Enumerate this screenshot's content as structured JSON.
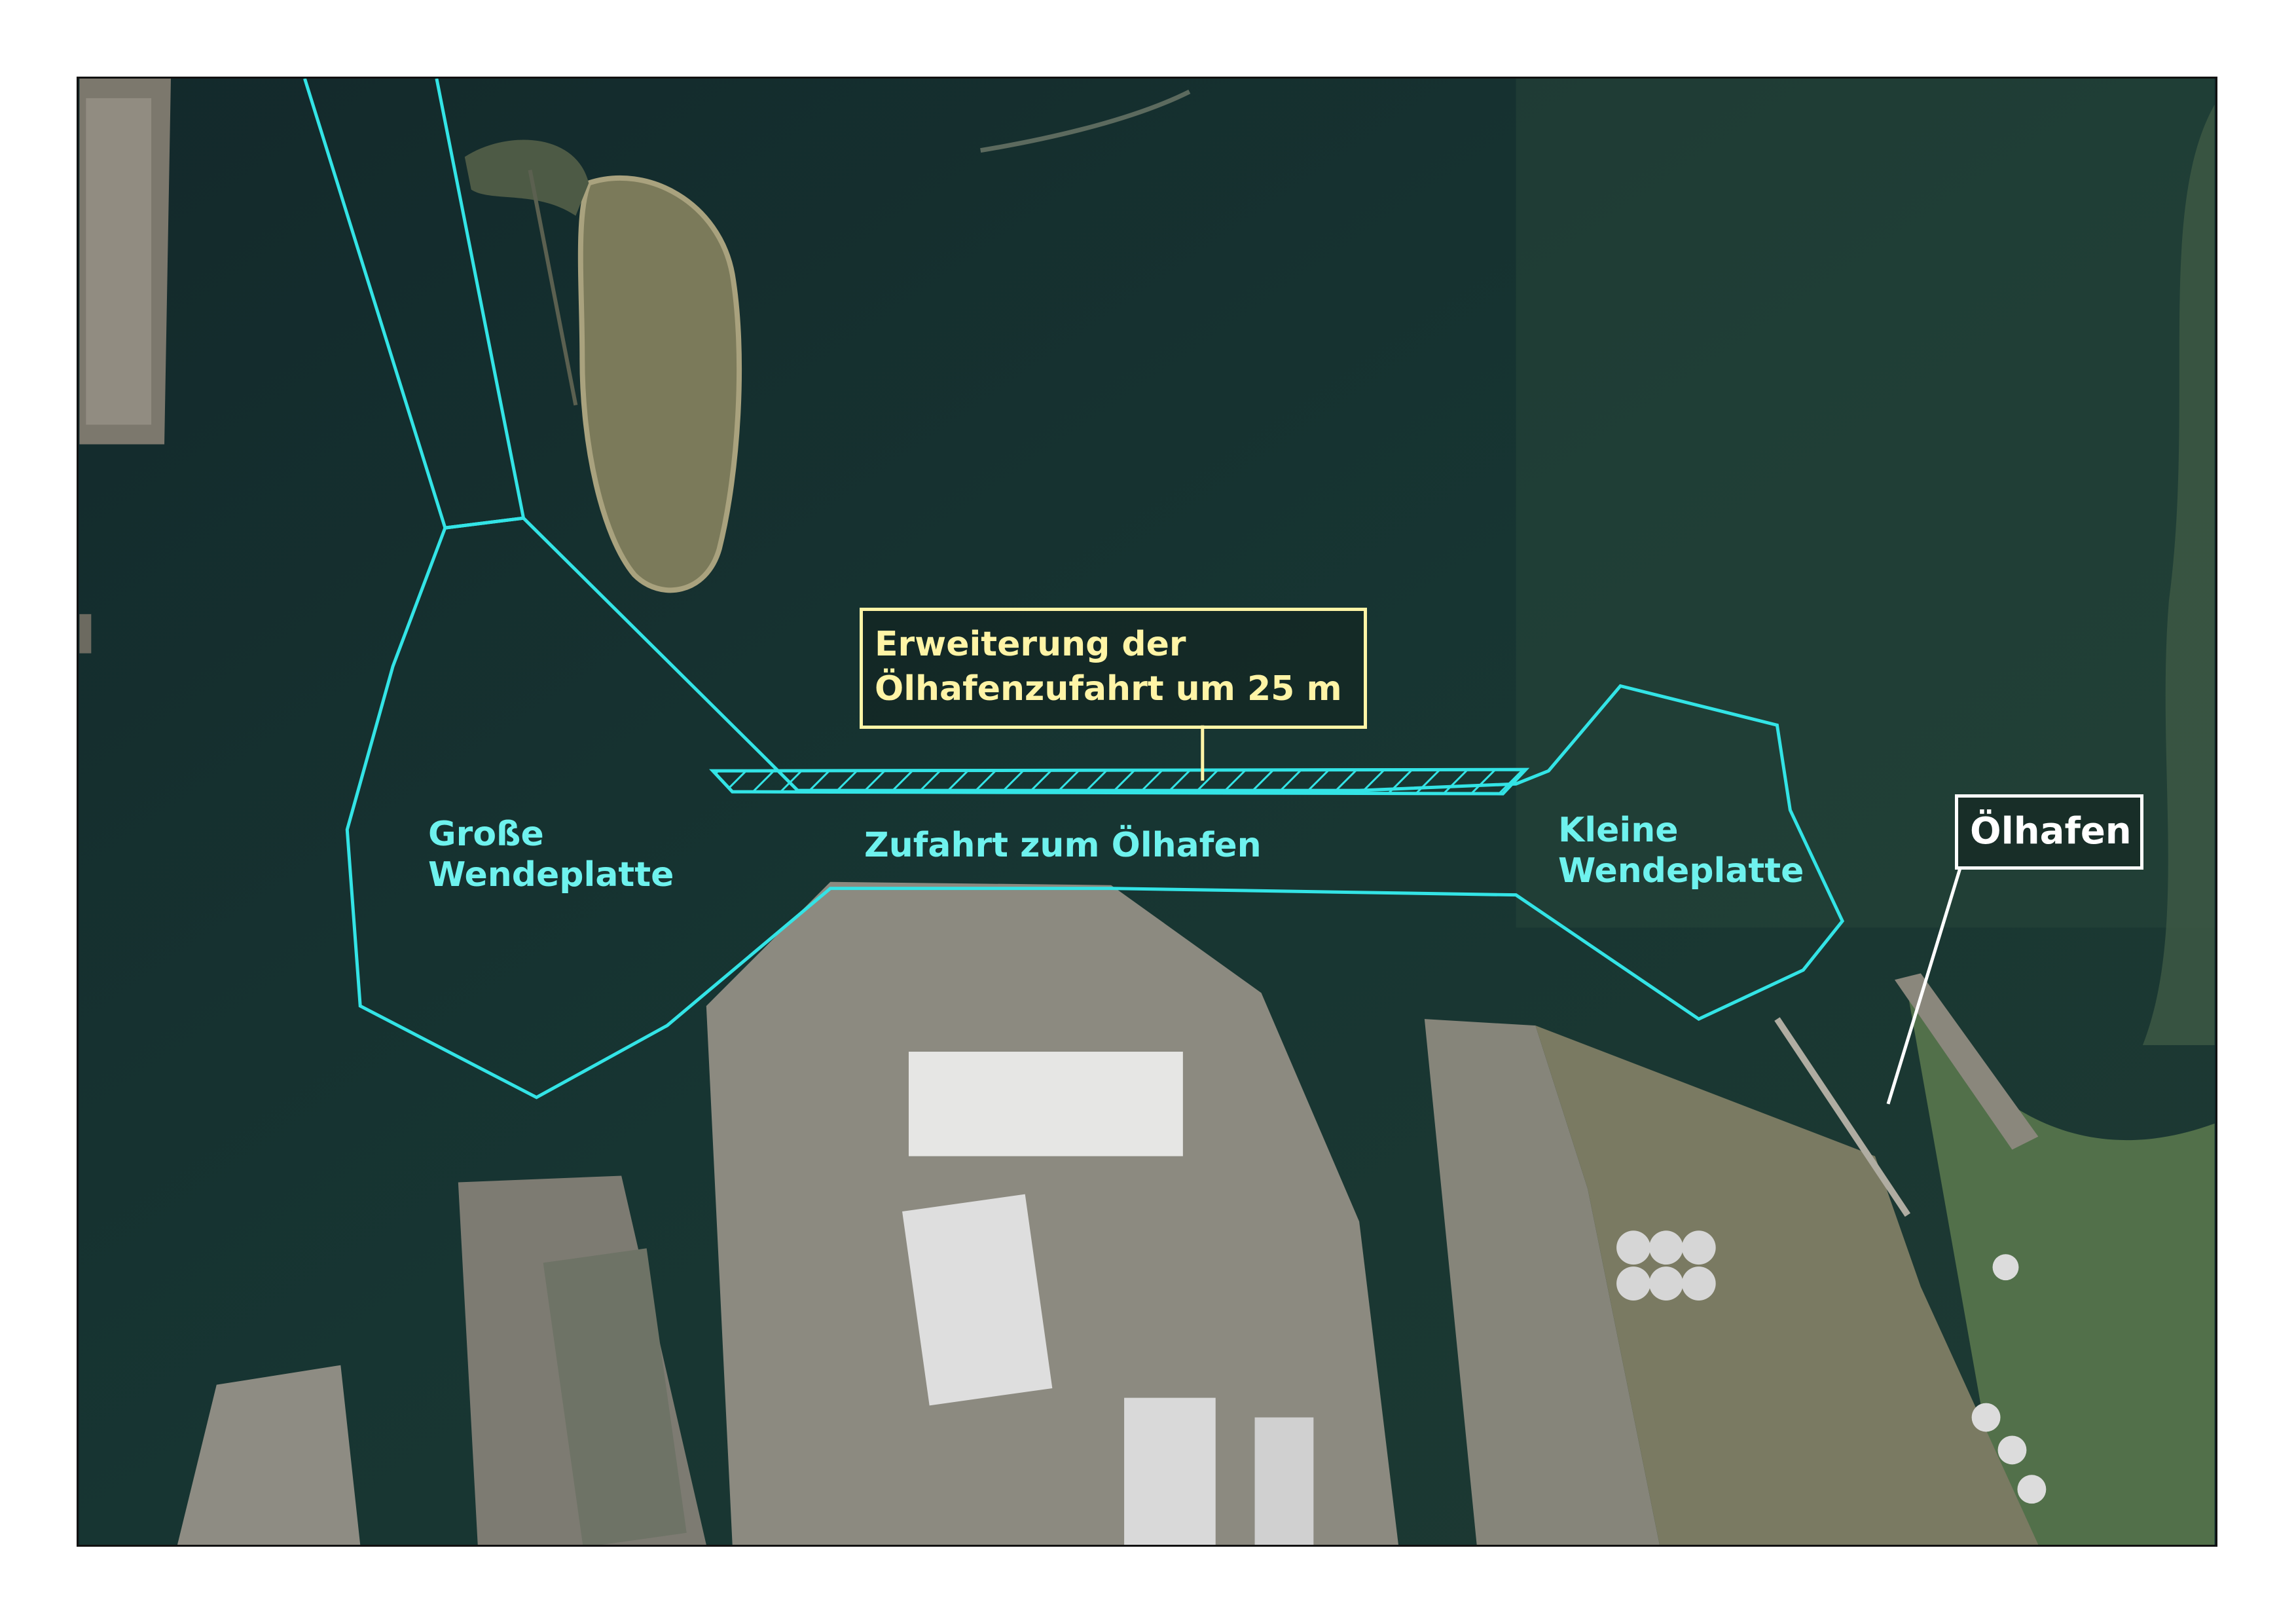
{
  "map": {
    "labels": {
      "grosse_line1": "Große",
      "grosse_line2": "Wendeplatte",
      "kleine_line1": "Kleine",
      "kleine_line2": "Wendeplatte",
      "zufahrt": "Zufahrt zum Ölhafen"
    },
    "callout_expansion": {
      "line1": "Erweiterung der",
      "line2": "Ölhafenzufahrt um 25 m"
    },
    "callout_harbor": {
      "text": "Ölhafen"
    },
    "colors": {
      "water": "#14302f",
      "channel_outline": "#33e4e6",
      "label_cyan": "#6ef2ee",
      "callout_yellow": "#fff4a6",
      "callout_white": "#ffffff",
      "land": "#6f7355",
      "port_concrete": "#8c8a80"
    }
  }
}
